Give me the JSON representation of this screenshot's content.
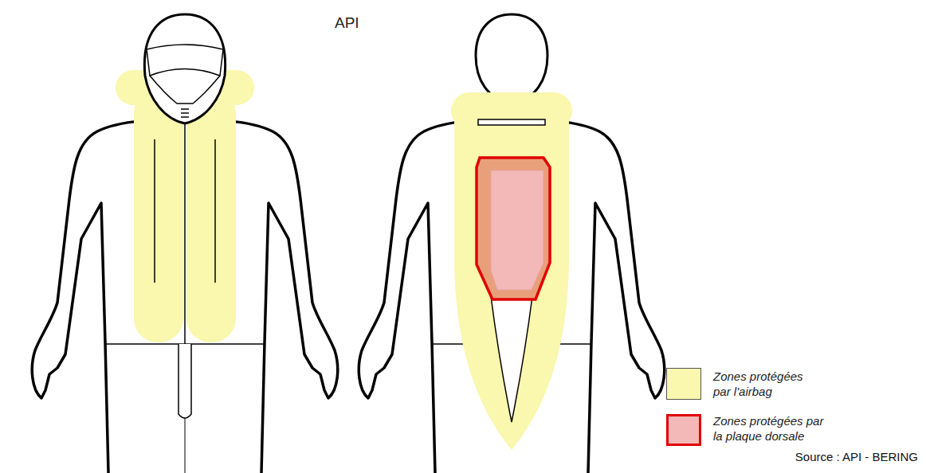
{
  "diagram": {
    "title": "API",
    "caption": "Source : API - BERING",
    "legend": [
      {
        "text": "Zones protégées par l'airbag",
        "color": "#faf7ae"
      },
      {
        "text": "Zones protégées par la plaque dorsale",
        "color": "#f3b8b8"
      }
    ]
  }
}
